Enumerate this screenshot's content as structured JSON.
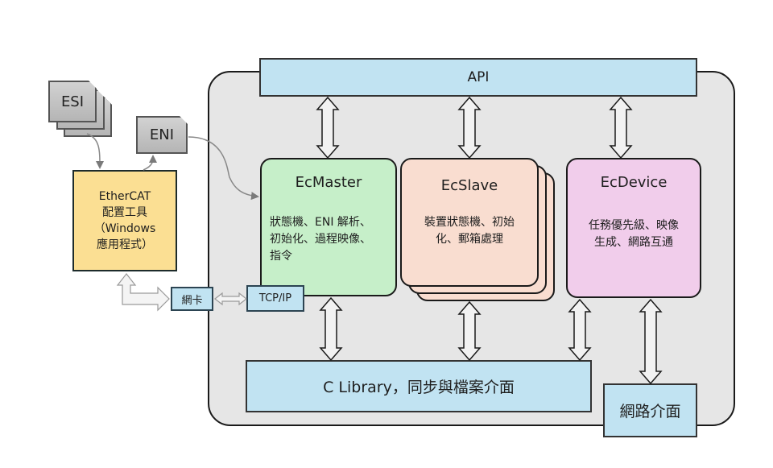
{
  "diagram": {
    "title": "EtherCAT master stack architecture",
    "colors": {
      "container_bg": "#e6e6e6",
      "interface_blue": "#c1e3f2",
      "ecmaster_green": "#c6efc9",
      "ecslave_peach": "#f9ddd0",
      "ecdevice_pink": "#f1cdeb",
      "tool_yellow": "#fbdf93",
      "file_gray": "#c4c4c4",
      "arrow_fill": "#f2f2f2"
    },
    "files": {
      "esi": "ESI",
      "eni": "ENI"
    },
    "config_tool": {
      "line1": "EtherCAT",
      "line2": "配置工具",
      "line3": "（Windows",
      "line4": "應用程式）"
    },
    "nic": "網卡",
    "tcpip": "TCP/IP",
    "api": "API",
    "modules": {
      "ecmaster": {
        "title": "EcMaster",
        "desc_lines": [
          "狀態機、ENI 解析、",
          "初始化、過程映像、",
          "指令"
        ]
      },
      "ecslave": {
        "title": "EcSlave",
        "desc_lines": [
          "裝置狀態機、初始",
          "化、郵箱處理"
        ]
      },
      "ecdevice": {
        "title": "EcDevice",
        "desc_lines": [
          "任務優先級、映像",
          "生成、網路互通"
        ]
      }
    },
    "clibrary": "C Library，同步與檔案介面",
    "network_interface": "網路介面"
  }
}
